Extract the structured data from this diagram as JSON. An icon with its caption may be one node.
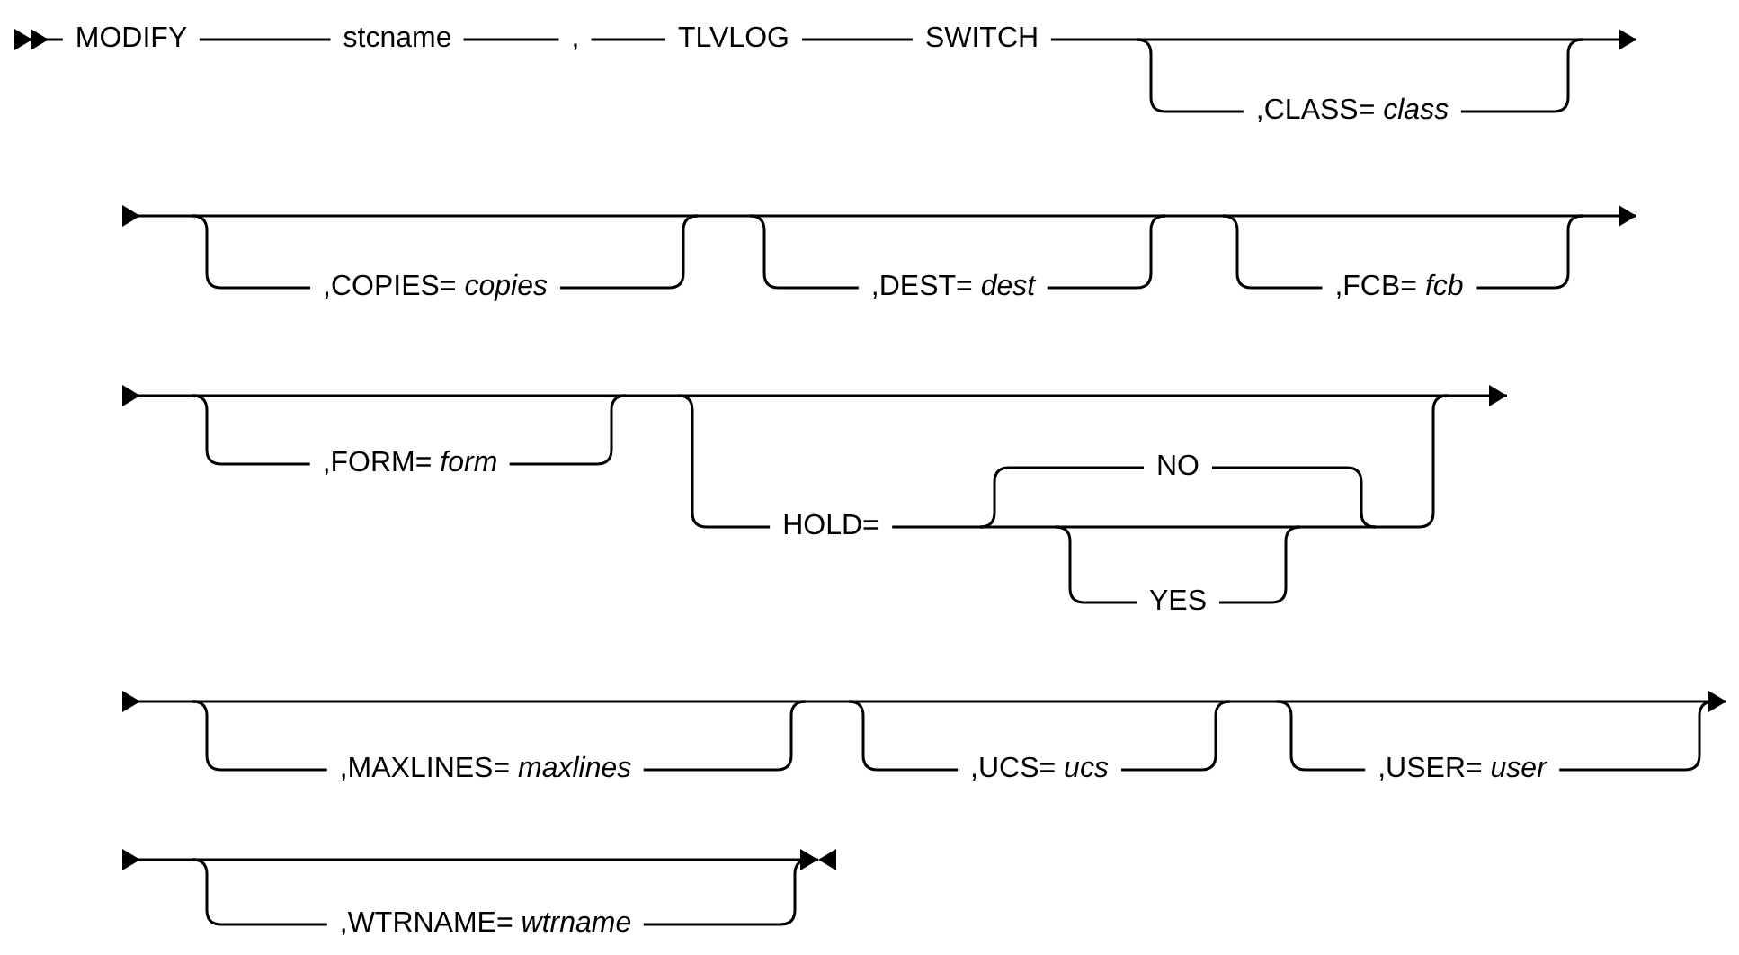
{
  "diagram": {
    "labels": [
      "MODIFY",
      "stcname",
      ",",
      "TLVLOG",
      "SWITCH",
      ",CLASS= *class*",
      ",COPIES= *copies*",
      ",DEST= *dest*",
      ",FCB= *fcb*",
      ",FORM= *form*",
      "HOLD=",
      "NO",
      "YES",
      ",MAXLINES= *maxlines*",
      ",UCS= *ucs*",
      ",USER= *user*",
      ",WTRNAME= *wtrname*"
    ]
  }
}
